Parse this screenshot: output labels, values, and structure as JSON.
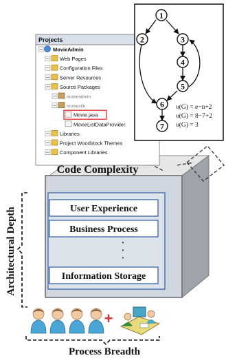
{
  "projects_panel": {
    "title": "Projects",
    "items": [
      {
        "label": "MovieAdmin",
        "level": 0,
        "type": "project"
      },
      {
        "label": "Web Pages",
        "level": 1,
        "type": "folder"
      },
      {
        "label": "Configuration Files",
        "level": 1,
        "type": "folder"
      },
      {
        "label": "Server Resources",
        "level": 1,
        "type": "folder"
      },
      {
        "label": "Source Packages",
        "level": 1,
        "type": "folder"
      },
      {
        "label": "movieadmin",
        "level": 2,
        "type": "package"
      },
      {
        "label": "movieslib",
        "level": 2,
        "type": "package"
      },
      {
        "label": "Movie.java",
        "level": 3,
        "type": "file",
        "highlighted": true
      },
      {
        "label": "MovieListDataProvider.",
        "level": 3,
        "type": "file"
      },
      {
        "label": "Libraries",
        "level": 1,
        "type": "folder"
      },
      {
        "label": "Project Woodstock Themes",
        "level": 1,
        "type": "folder"
      },
      {
        "label": "Component Libraries",
        "level": 1,
        "type": "folder"
      }
    ]
  },
  "flow_graph": {
    "nodes": [
      "1",
      "2",
      "3",
      "4",
      "5",
      "6",
      "7"
    ],
    "formulas": [
      "υ(G) = e−n+2",
      "υ(G) = 8−7+2",
      "υ(G) = 3"
    ]
  },
  "labels": {
    "code_complexity": "Code Complexity",
    "architectural_depth": "Architectural Depth",
    "process_breadth": "Process Breadth",
    "ellipsis": "·"
  },
  "layers": [
    "User Experience",
    "Business Process",
    "Information Storage"
  ],
  "plus_sign": "+",
  "colors": {
    "box_front": "#cfd6df",
    "box_side": "#9aa1a8",
    "box_top": "#e4e4e4",
    "layer_border": "#2b5aa0",
    "highlight": "#e03030",
    "plus": "#d63030"
  }
}
